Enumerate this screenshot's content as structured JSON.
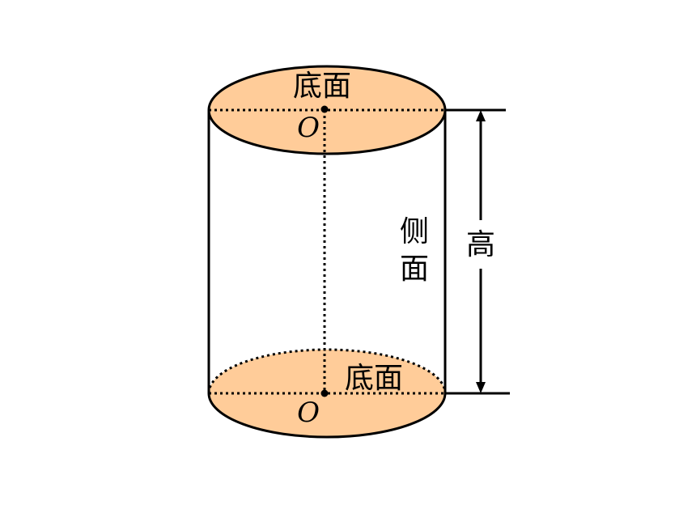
{
  "labels": {
    "top_base": "底面",
    "top_center": "O",
    "bottom_base": "底面",
    "bottom_center": "O",
    "lateral_top": "侧",
    "lateral_bottom": "面",
    "height": "高"
  },
  "colors": {
    "base_fill": "#FFCC99",
    "stroke": "#000000",
    "background": "#FFFFFF"
  }
}
